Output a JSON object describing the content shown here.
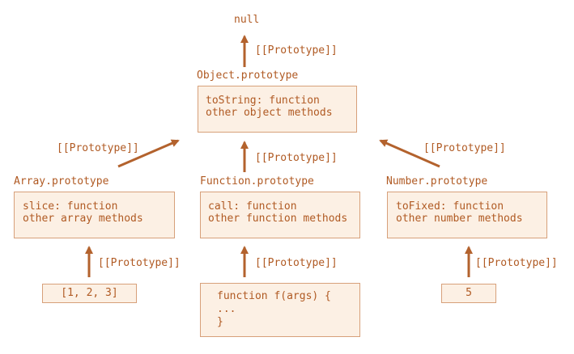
{
  "top": {
    "null_label": "null"
  },
  "prototype_label": "[[Prototype]]",
  "object_proto": {
    "title": "Object.prototype",
    "lines": [
      "toString: function",
      "other object methods"
    ]
  },
  "array_proto": {
    "title": "Array.prototype",
    "lines": [
      "slice: function",
      "other array methods"
    ]
  },
  "function_proto": {
    "title": "Function.prototype",
    "lines": [
      "call: function",
      "other function methods"
    ]
  },
  "number_proto": {
    "title": "Number.prototype",
    "lines": [
      "toFixed: function",
      "other number methods"
    ]
  },
  "instances": {
    "array": "[1, 2, 3]",
    "function_lines": [
      "function f(args) {",
      "...",
      "}"
    ],
    "number": "5"
  },
  "colors": {
    "arrow": "#b3622d",
    "box_fill": "#fcf0e4",
    "box_border": "#d7a07a",
    "text": "#b05a23"
  }
}
